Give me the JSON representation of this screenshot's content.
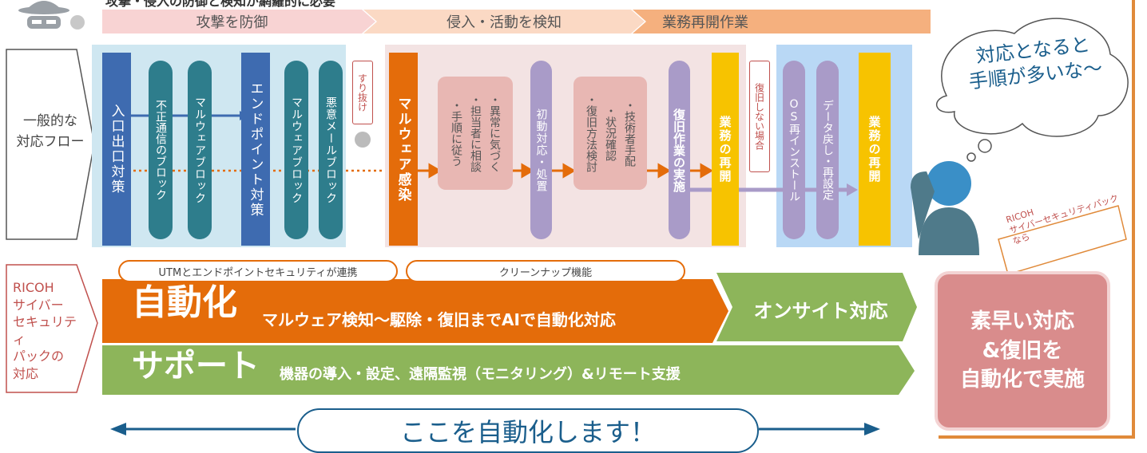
{
  "top_text": "攻撃・侵入の防御と検知が網羅的に必要",
  "phases": [
    "攻撃を防御",
    "侵入・活動を検知",
    "業務再開作業"
  ],
  "flow_label": "一般的な\n対応フロー",
  "blue_steps": {
    "entry": "入口出口対策",
    "fw": "不正通信のブロック",
    "mal1": "マルウェアブロック",
    "endpoint": "エンドポイント対策",
    "mal2": "マルウェアブロック",
    "mail": "悪意メールブロック"
  },
  "slip_label": "すり抜け",
  "pink_steps": {
    "infection": "マルウェア感染",
    "notice": [
      "・手順に従う",
      "・担当者に相談",
      "・異常に気づく"
    ],
    "initial": "初動対応・処置",
    "tech": [
      "・復旧方法検討",
      "・状況確認",
      "・技術者手配"
    ],
    "recover": "復旧作業の実施",
    "restart1": "業務の再開"
  },
  "no_recover_label": "復旧しない場合",
  "right_steps": {
    "os": "OS再インストール",
    "data": "データ戻し・再設定",
    "restart2": "業務の再開"
  },
  "thought_bubble": "対応となると\n手順が多いな〜",
  "ricoh_label": "RICOH\nサイバー\nセキュリティ\nパックの\n対応",
  "tabs": [
    "UTMとエンドポイントセキュリティが連携",
    "クリーンナップ機能"
  ],
  "auto": {
    "big": "自動化",
    "desc": "マルウェア検知〜駆除・復旧までAIで自動化対応"
  },
  "onsite": "オンサイト対応",
  "support": {
    "big": "サポート",
    "desc": "機器の導入・設定、遠隔監視（モニタリング）&リモート支援"
  },
  "tag": "RICOH\nサイバーセキュリティパック\nなら",
  "result": "素早い対応\n&復旧を\n自動化で実施",
  "bottom": "ここを自動化します！",
  "colors": {
    "blue_dark": "#3e6bb0",
    "teal": "#2e7d8c",
    "orange": "#e46c0a",
    "lavender": "#a99bc8",
    "gold": "#f7c300",
    "green": "#8db55a",
    "rose": "#d98c8c"
  }
}
